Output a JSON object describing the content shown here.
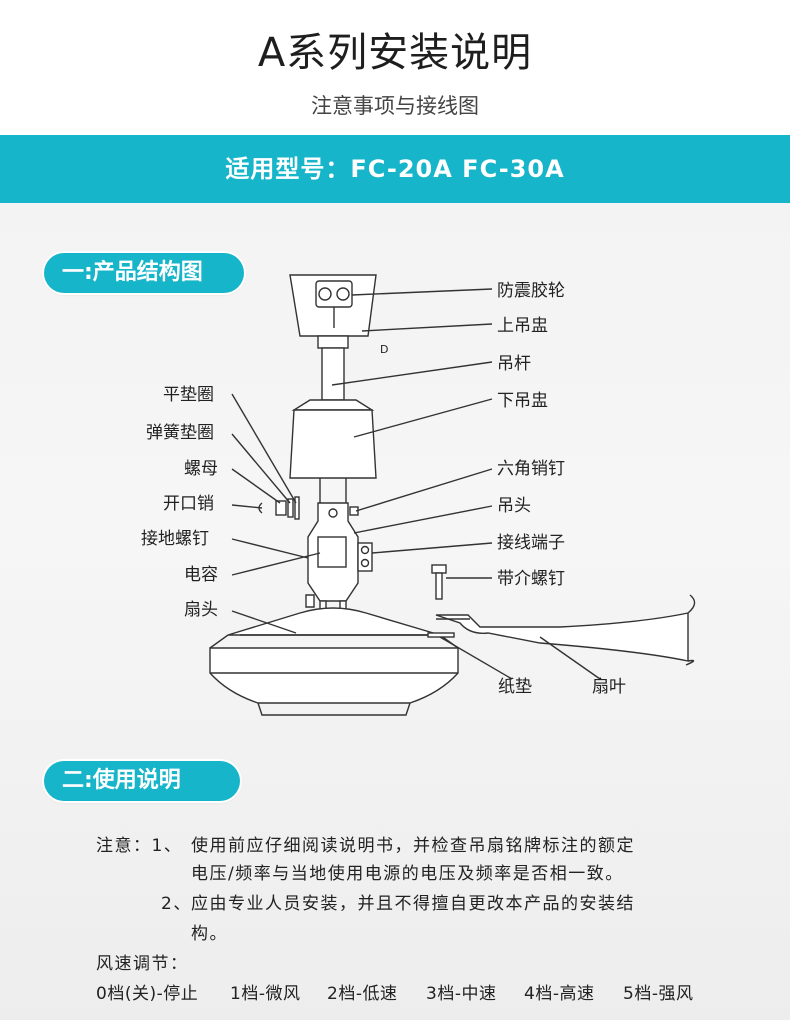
{
  "header": {
    "title": "A系列安装说明",
    "subtitle": "注意事项与接线图"
  },
  "banner": {
    "model_text": "适用型号：FC-20A FC-30A"
  },
  "section1": {
    "title": "一:产品结构图"
  },
  "diagram": {
    "right_labels": [
      "防震胶轮",
      "上吊盅",
      "吊杆",
      "下吊盅",
      "六角销钉",
      "吊头",
      "接线端子",
      "带介螺钉"
    ],
    "left_labels": [
      "平垫圈",
      "弹簧垫圈",
      "螺母",
      "开口销",
      "接地螺钉",
      "电容",
      "扇头"
    ],
    "bottom_labels": [
      "纸垫",
      "扇叶"
    ],
    "small_mark": "D"
  },
  "section2": {
    "title": "二:使用说明",
    "note_prefix": "注意：1、",
    "note1_line1": "使用前应仔细阅读说明书，并检查吊扇铭牌标注的额定",
    "note1_line2": "电压/频率与当地使用电源的电压及频率是否相一致。",
    "note2_num": "2、",
    "note2_line1": "应由专业人员安装，并且不得擅自更改本产品的安装结",
    "note2_line2": "构。",
    "speed_title": "风速调节：",
    "speeds": [
      "0档(关)-停止",
      "1档-微风",
      "2档-低速",
      "3档-中速",
      "4档-高速",
      "5档-强风"
    ]
  },
  "colors": {
    "accent": "#17b5c9",
    "text": "#222222"
  }
}
